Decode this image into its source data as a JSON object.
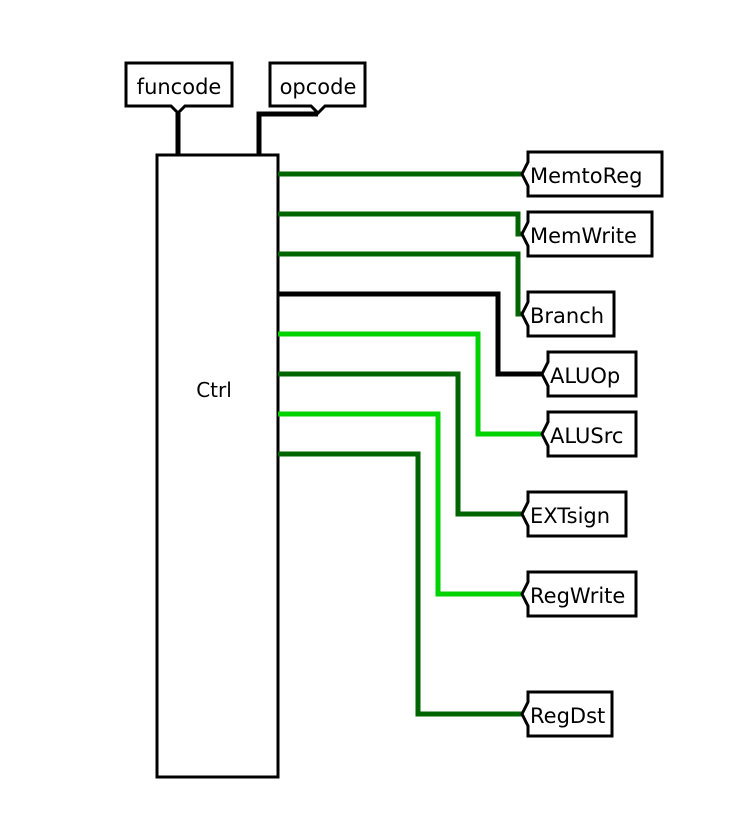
{
  "block": {
    "label": "Ctrl"
  },
  "inputs": [
    {
      "id": "funcode",
      "label": "funcode"
    },
    {
      "id": "opcode",
      "label": "opcode"
    }
  ],
  "outputs": [
    {
      "id": "memtoreg",
      "label": "MemtoReg",
      "state": "active"
    },
    {
      "id": "memwrite",
      "label": "MemWrite",
      "state": "active"
    },
    {
      "id": "branch",
      "label": "Branch",
      "state": "active"
    },
    {
      "id": "aluop",
      "label": "ALUOp",
      "state": "bus"
    },
    {
      "id": "alusrc",
      "label": "ALUSrc",
      "state": "high"
    },
    {
      "id": "extsign",
      "label": "EXTsign",
      "state": "active"
    },
    {
      "id": "regwrite",
      "label": "RegWrite",
      "state": "high"
    },
    {
      "id": "regdst",
      "label": "RegDst",
      "state": "active"
    }
  ],
  "colors": {
    "active": "#006400",
    "high": "#00d200",
    "bus": "#000000",
    "outline": "#000000",
    "background": "#ffffff"
  }
}
